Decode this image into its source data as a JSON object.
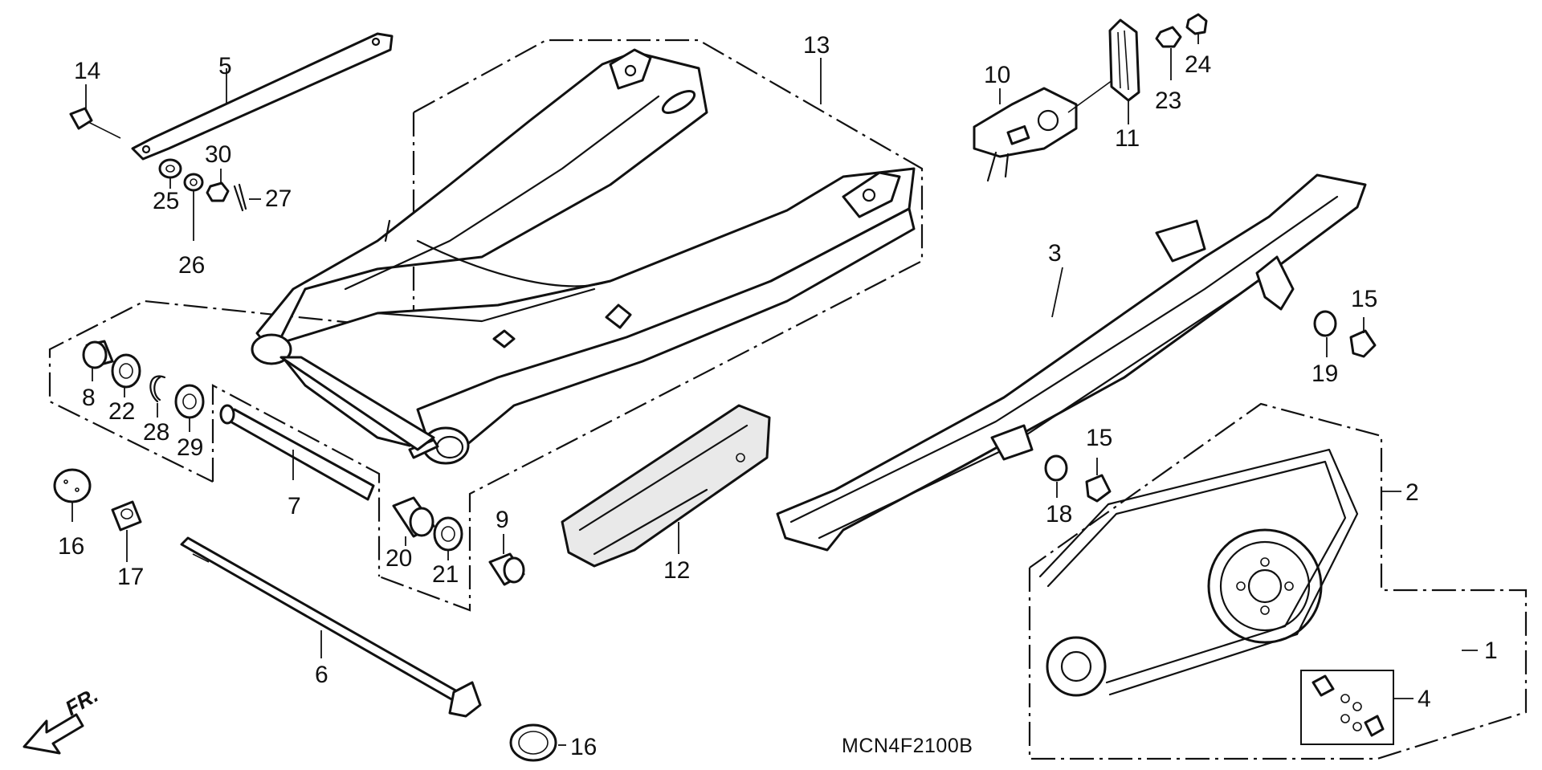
{
  "diagram": {
    "code": "MCN4F2100B",
    "direction_label": "FR.",
    "part_numbers": {
      "p1": "1",
      "p2": "2",
      "p3": "3",
      "p4": "4",
      "p5": "5",
      "p6": "6",
      "p7": "7",
      "p8": "8",
      "p9": "9",
      "p10": "10",
      "p11": "11",
      "p12": "12",
      "p13": "13",
      "p14": "14",
      "p15a": "15",
      "p15b": "15",
      "p16a": "16",
      "p16b": "16",
      "p17": "17",
      "p18": "18",
      "p19": "19",
      "p20": "20",
      "p21": "21",
      "p22": "22",
      "p23": "23",
      "p24": "24",
      "p25": "25",
      "p26": "26",
      "p27": "27",
      "p28": "28",
      "p29": "29",
      "p30": "30"
    },
    "icons": {
      "direction": "arrow-front-icon"
    }
  }
}
